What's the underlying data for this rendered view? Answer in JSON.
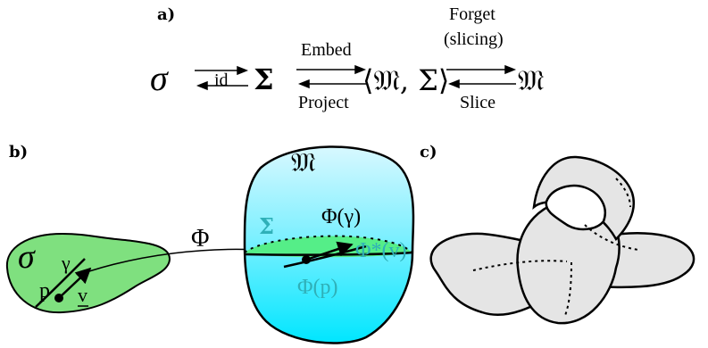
{
  "panels": {
    "a": {
      "label": "a)",
      "sigma_small": "σ",
      "id": "id",
      "Sigma": "Σ",
      "embed": "Embed",
      "project": "Project",
      "pair": "⟨𝔐, Σ⟩",
      "forget_1": "Forget",
      "forget_2": "(slicing)",
      "slice": "Slice",
      "M": "𝔐"
    },
    "b": {
      "label": "b)",
      "sigma_small": "σ",
      "gamma": "γ",
      "p": "p",
      "v": "v",
      "Phi": "Φ",
      "M": "𝔐",
      "Sigma": "Σ",
      "Phi_gamma": "Φ(γ)",
      "Phi_star_v": "Φ*(v)",
      "Phi_p": "Φ(p)"
    },
    "c": {
      "label": "c)"
    }
  },
  "colors": {
    "green_fill": "#7fe07f",
    "cyan_top": "#c8f7ff",
    "cyan_bottom": "#00e6ff",
    "slice_fill": "#55ee88",
    "teal_text": "#2fb0b8",
    "gray_fill": "#e5e5e5"
  }
}
